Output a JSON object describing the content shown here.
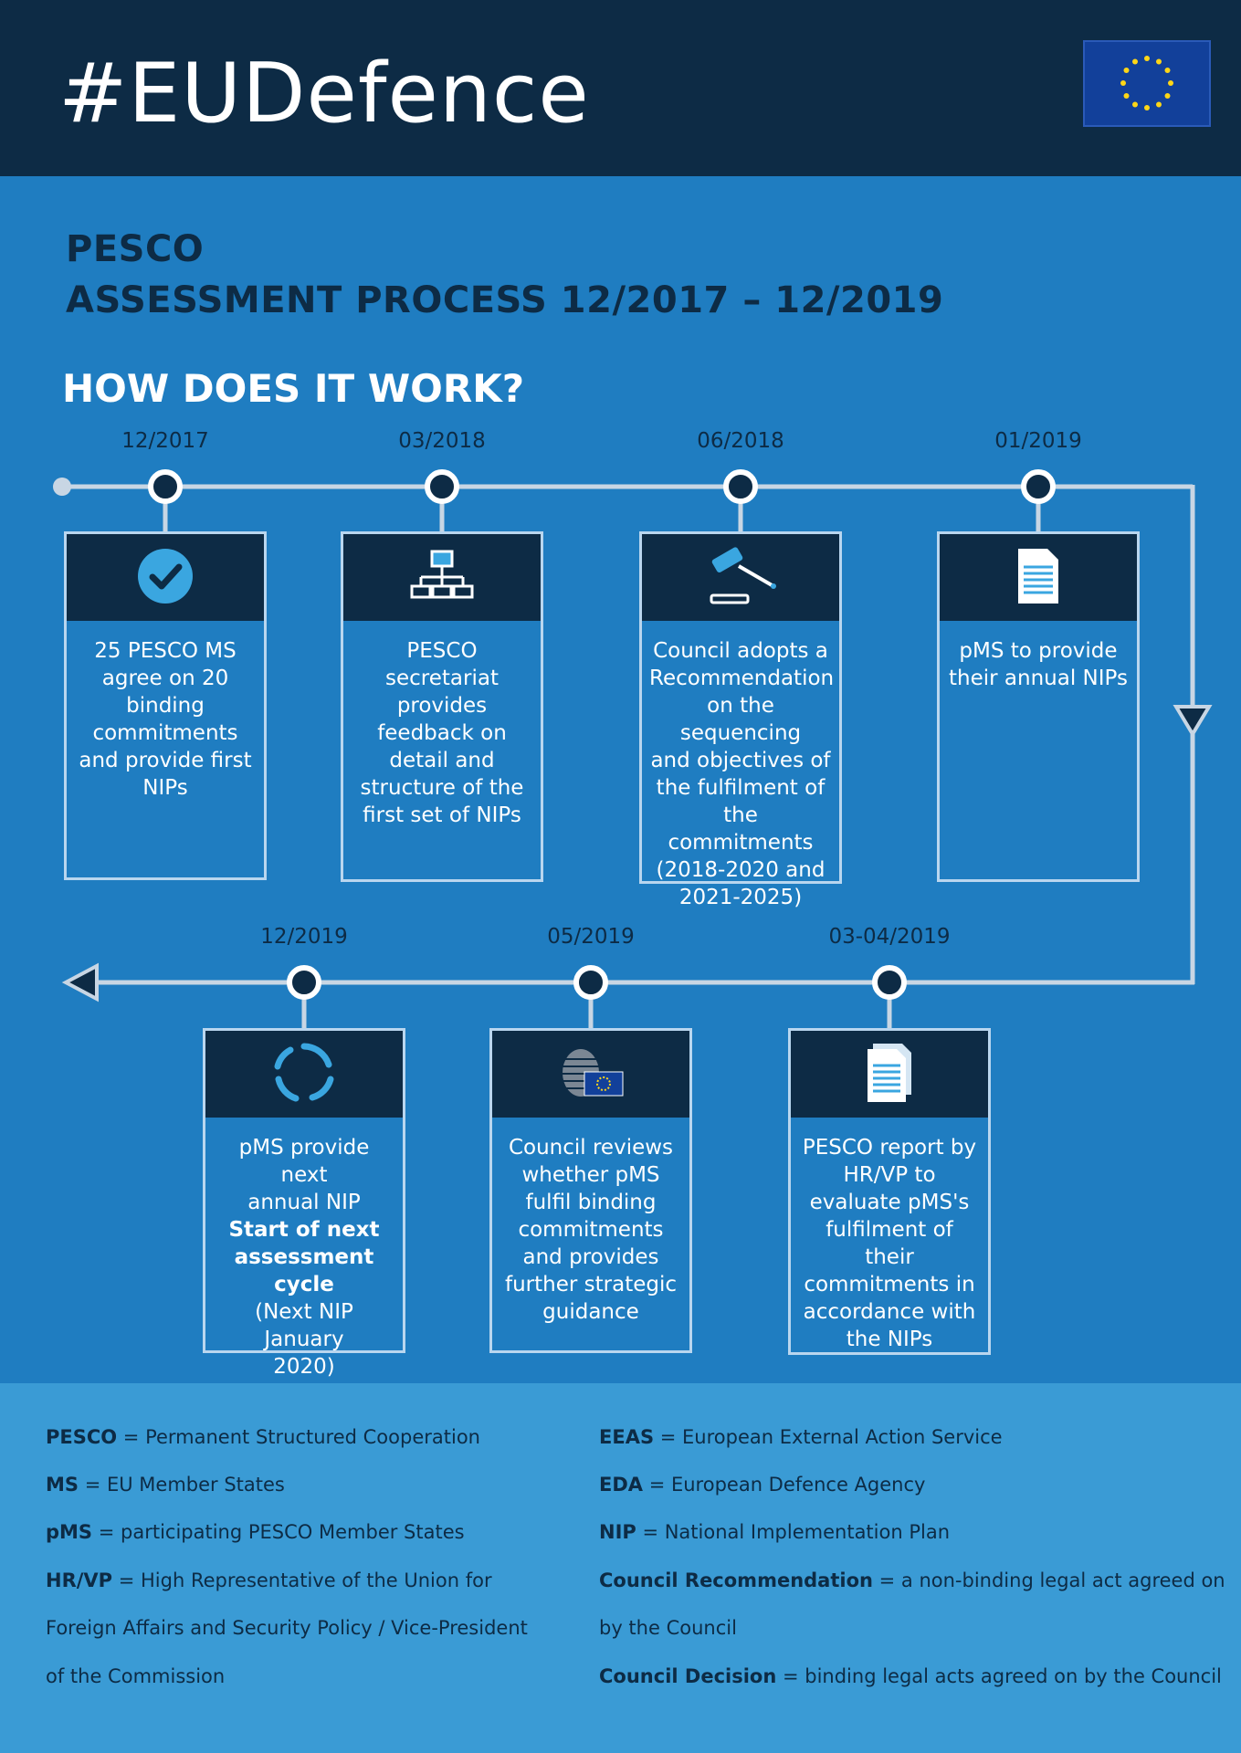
{
  "header": {
    "brand": "#EUDefence",
    "flag": "eu-flag-icon"
  },
  "title_line1": "PESCO",
  "title_line2": "ASSESSMENT PROCESS 12/2017 – 12/2019",
  "subtitle": "HOW DOES IT WORK?",
  "timeline_top": [
    {
      "date": "12/2017",
      "icon": "checkmark-icon",
      "lines": [
        "25 PESCO MS",
        "agree on 20",
        "binding",
        "commitments",
        "and provide first",
        "NIPs"
      ]
    },
    {
      "date": "03/2018",
      "icon": "org-chart-icon",
      "lines": [
        "PESCO",
        "secretariat",
        "provides",
        "feedback on",
        "detail and",
        "structure of the",
        "first set of NIPs"
      ]
    },
    {
      "date": "06/2018",
      "icon": "gavel-icon",
      "lines": [
        "Council adopts a",
        "Recommendation",
        "on the  sequencing",
        "and objectives of",
        "the fulfilment of",
        "the commitments",
        "(2018-2020 and",
        "2021-2025)"
      ]
    },
    {
      "date": "01/2019",
      "icon": "document-icon",
      "lines": [
        "pMS to provide",
        "their annual NIPs"
      ]
    }
  ],
  "timeline_bottom": [
    {
      "date": "12/2019",
      "icon": "cycle-icon",
      "lines": [
        "pMS provide next",
        "annual NIP"
      ],
      "bold_lines": [
        "Start of next",
        "assessment",
        "cycle"
      ],
      "extra_lines": [
        "(Next NIP January",
        "2020)"
      ]
    },
    {
      "date": "05/2019",
      "icon": "council-building-icon",
      "lines": [
        "Council reviews",
        "whether pMS",
        "fulfil  binding",
        "commitments",
        "and provides",
        "further strategic",
        "guidance"
      ]
    },
    {
      "date": "03-04/2019",
      "icon": "document-stack-icon",
      "lines": [
        "PESCO report by",
        "HR/VP to",
        "evaluate pMS's",
        "fulfilment of their",
        "commitments in",
        "accordance with",
        "the NIPs"
      ]
    }
  ],
  "glossary_left": [
    {
      "term": "PESCO",
      "def": " = Permanent Structured Cooperation"
    },
    {
      "term": "MS",
      "def": " = EU Member States"
    },
    {
      "term": "pMS",
      "def": " = participating PESCO Member States"
    },
    {
      "term": "HR/VP",
      "def": " = High Representative of the Union for"
    },
    {
      "term": "",
      "def": "Foreign Affairs and Security Policy / Vice-President"
    },
    {
      "term": "",
      "def": "of the Commission"
    }
  ],
  "glossary_right": [
    {
      "term": "EEAS",
      "def": " = European External Action Service"
    },
    {
      "term": "EDA",
      "def": " = European Defence Agency"
    },
    {
      "term": "NIP",
      "def": " = National Implementation Plan"
    },
    {
      "term": "Council Recommendation",
      "def": " = a non-binding legal act agreed on"
    },
    {
      "term": "",
      "def": "by the Council"
    },
    {
      "term": "Council Decision",
      "def": " = binding legal acts agreed on by the Council"
    }
  ],
  "colors": {
    "navy": "#0d2b45",
    "blue": "#1f7dc1",
    "light_blue": "#3a9bd5",
    "line": "#c8d6e4",
    "accent": "#3aa6e0"
  }
}
